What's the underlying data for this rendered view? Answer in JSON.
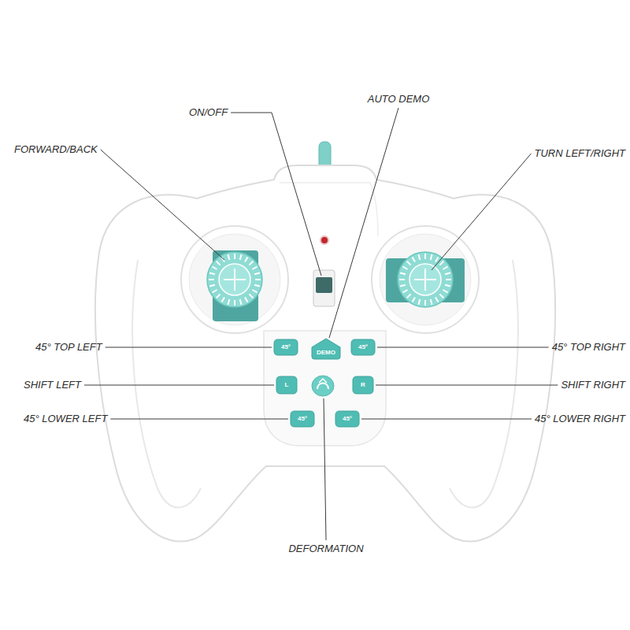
{
  "diagram": {
    "nodes": [
      {
        "text": [
          "45°"
        ]
      },
      {
        "text": [
          "DEMO"
        ]
      },
      {
        "text": [
          "45°"
        ]
      },
      {
        "text": [
          "L"
        ]
      },
      {
        "text": [
          "R"
        ]
      },
      {
        "text": [
          "45°"
        ]
      },
      {
        "text": [
          "45°"
        ]
      }
    ],
    "labels": [
      "AUTO DEMO",
      "ON/OFF",
      "FORWARD/BACK",
      "TURN LEFT/RIGHT",
      "45° TOP LEFT",
      "45° TOP RIGHT",
      "SHIFT LEFT",
      "SHIFT RIGHT",
      "45° LOWER LEFT",
      "45° LOWER RIGHT",
      "DEFORMATION"
    ]
  }
}
